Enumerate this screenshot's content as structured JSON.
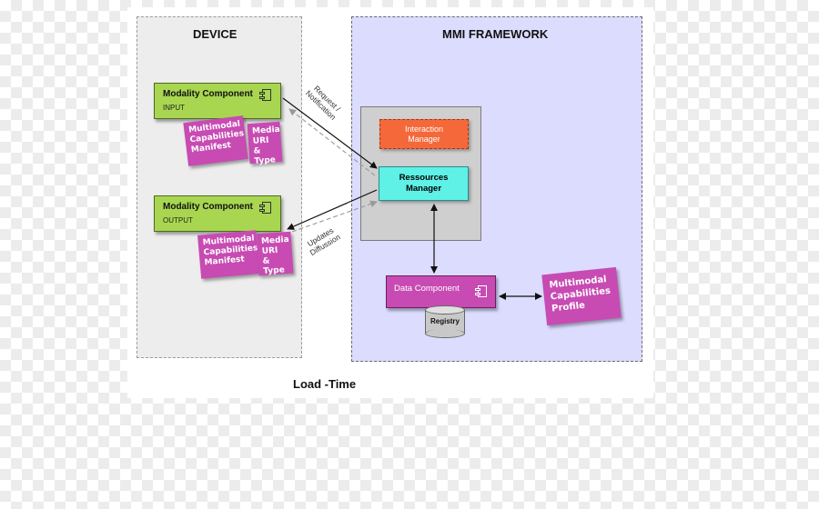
{
  "device": {
    "title": "DEVICE"
  },
  "framework": {
    "title": "MMI FRAMEWORK"
  },
  "modality_input": {
    "name": "Modality Component",
    "subtitle": "INPUT",
    "note_manifest": "Multimodal\nCapabilities\nManifest",
    "note_media": "Media\nURI &\nType"
  },
  "modality_output": {
    "name": "Modality Component",
    "subtitle": "OUTPUT",
    "note_manifest": "Multimodal\nCapabilities\nManifest",
    "note_media": "Media\nURI &\nType"
  },
  "interaction_manager": {
    "label": "Interaction\nManager"
  },
  "resources_manager": {
    "label": "Ressources\nManager"
  },
  "data_component": {
    "name": "Data Component"
  },
  "registry": {
    "label": "Registry"
  },
  "profile": {
    "label": "Multimodal\nCapabilities\nProfile"
  },
  "arrows": {
    "request": "Request /\nNotification",
    "updates": "Updates\nDiffussion"
  },
  "caption": "Load -Time",
  "colors": {
    "modality": "#a8d650",
    "note": "#c74bb3",
    "interaction_manager": "#f4683a",
    "resources_manager": "#5ff0e6",
    "framework_bg": "#dcdcff"
  }
}
